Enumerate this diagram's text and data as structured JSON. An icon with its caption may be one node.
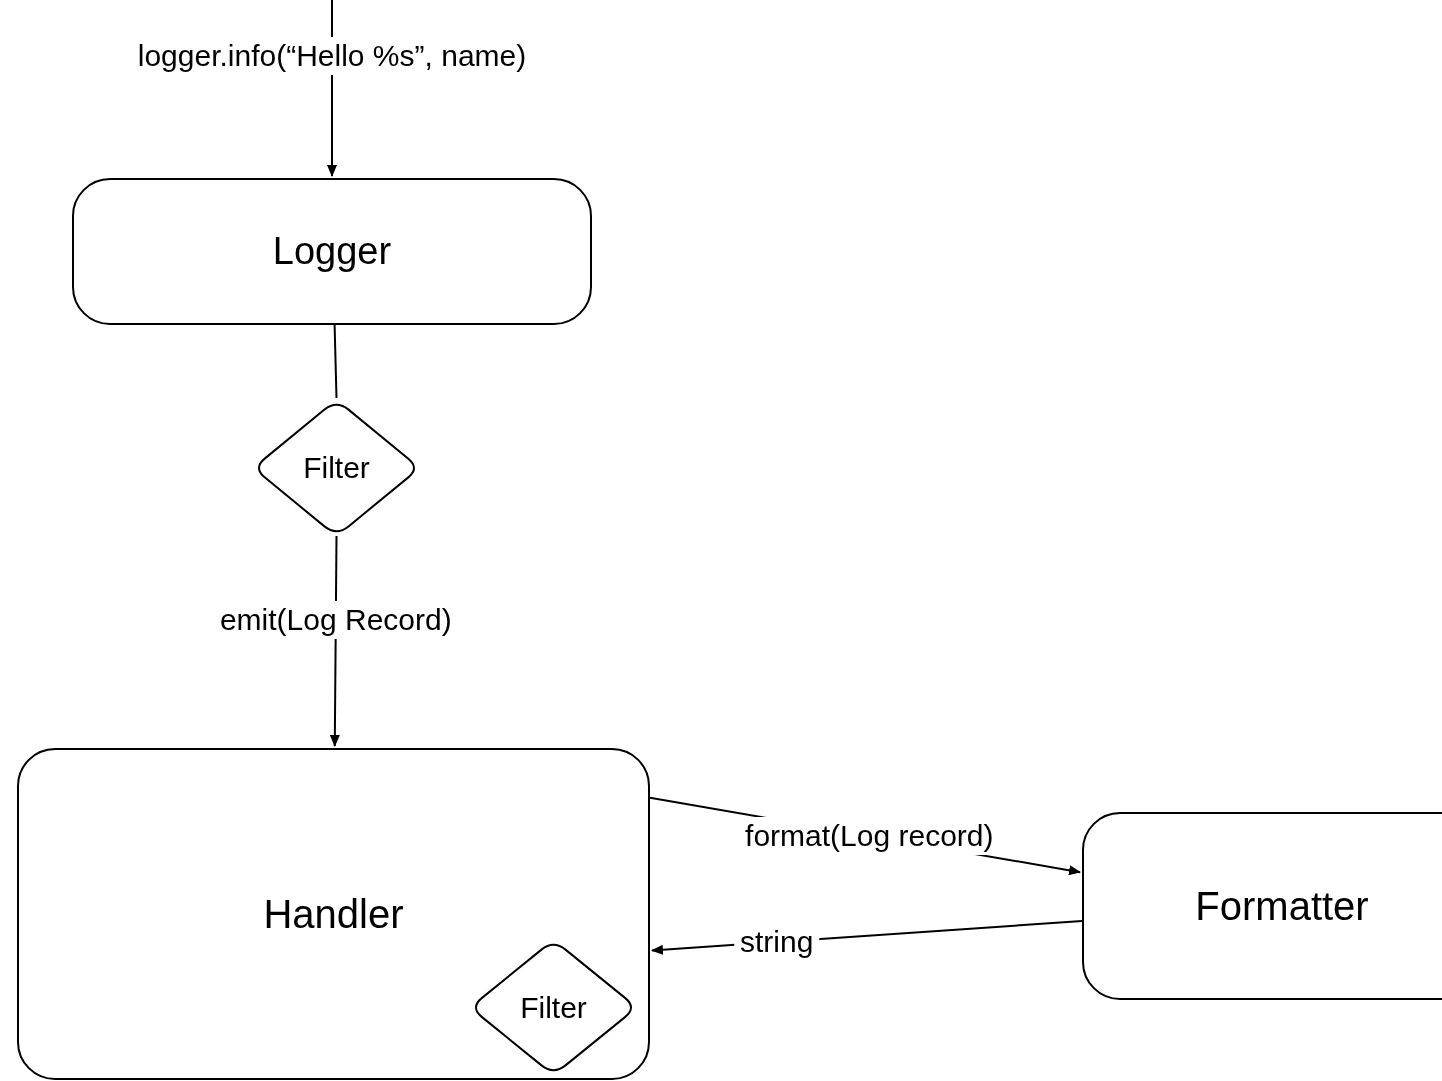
{
  "diagram": {
    "nodes": [
      {
        "text": [
          "Logger"
        ]
      },
      {
        "text": [
          "Filter"
        ]
      },
      {
        "text": [
          "Handler"
        ]
      },
      {
        "text": [
          "Filter"
        ],
        "in": 2
      },
      {
        "text": [
          "Formatter"
        ]
      }
    ],
    "edges": [
      {
        "from": null,
        "to": 0,
        "arrow": "to",
        "label": "logger.info(“Hello %s”, name)"
      },
      {
        "from": 0,
        "to": 1,
        "arrow": "none"
      },
      {
        "from": 1,
        "to": 2,
        "arrow": "to",
        "label": "emit(Log Record)"
      },
      {
        "from": 2,
        "to": 4,
        "arrow": "to",
        "label": "format(Log record)"
      },
      {
        "from": 4,
        "to": 2,
        "arrow": "to",
        "label": "string"
      }
    ]
  }
}
